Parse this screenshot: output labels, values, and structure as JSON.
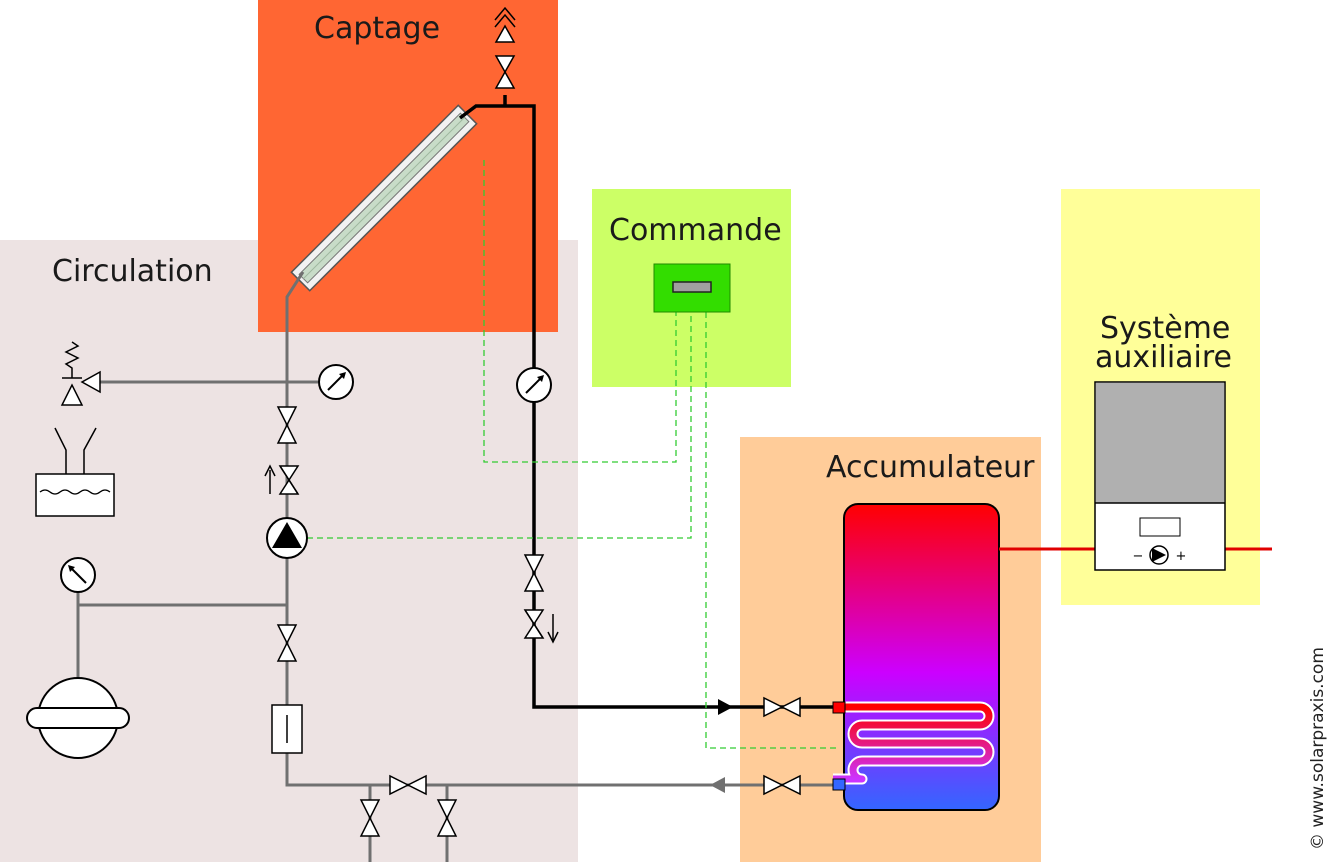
{
  "zones": {
    "captage": "Captage",
    "circulation": "Circulation",
    "commande": "Commande",
    "accumulateur": "Accumulateur",
    "systeme_line1": "Système",
    "systeme_line2": "auxiliaire"
  },
  "boiler": {
    "minus": "−",
    "plus": "+"
  },
  "copyright": "© www.solarpraxis.com",
  "colors": {
    "captage": "#ff6633",
    "circulation": "#ede3e3",
    "commande": "#ccff66",
    "accumulateur": "#ffcc99",
    "systeme": "#ffff99",
    "controller": "#33dd00",
    "signal": "#33cc33",
    "flow_pipe": "#000000",
    "return_pipe": "#707070",
    "hot": "#ff0000",
    "cold": "#3366ff"
  }
}
